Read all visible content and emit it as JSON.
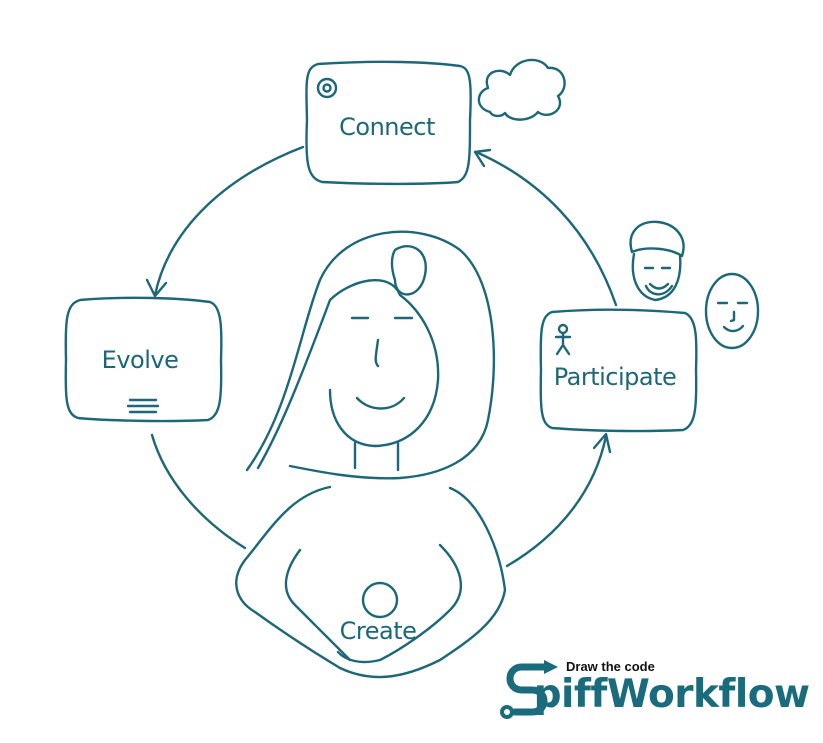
{
  "diagram": {
    "nodes": [
      {
        "id": "connect",
        "label": "Connect",
        "icon": "gear-icon"
      },
      {
        "id": "participate",
        "label": "Participate",
        "icon": "stick-figure-icon"
      },
      {
        "id": "create",
        "label": "Create",
        "icon": "circle-icon"
      },
      {
        "id": "evolve",
        "label": "Evolve",
        "icon": "lines-icon"
      }
    ],
    "flow": [
      "Connect",
      "Evolve",
      "Create",
      "Participate",
      "Connect"
    ]
  },
  "logo": {
    "tagline": "Draw the code",
    "wordmark": "SpiffWorkflow",
    "color": "#1a6b7c"
  },
  "colors": {
    "stroke": "#1d6878"
  }
}
